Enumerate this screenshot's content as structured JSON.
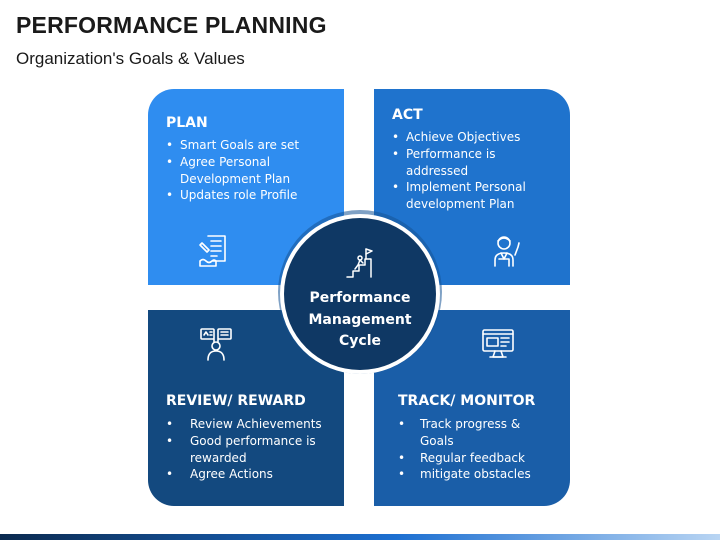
{
  "header": {
    "title": "PERFORMANCE PLANNING",
    "subtitle": "Organization's Goals & Values"
  },
  "center": {
    "lines": [
      "Performance",
      "Management",
      "Cycle"
    ],
    "icon": "ladder-flag-icon"
  },
  "quadrants": {
    "plan": {
      "title": "PLAN",
      "items": [
        "Smart Goals are set",
        "Agree Personal Development Plan",
        "Updates role Profile"
      ],
      "icon": "checklist-document-icon",
      "color": "#2f8df0"
    },
    "act": {
      "title": "ACT",
      "items": [
        "Achieve Objectives",
        "Performance is addressed",
        "Implement Personal development Plan"
      ],
      "icon": "person-raising-hand-icon",
      "color": "#1f73cd"
    },
    "review": {
      "title": "REVIEW/ REWARD",
      "items": [
        "Review Achievements",
        "Good performance is rewarded",
        "Agree Actions"
      ],
      "icon": "feedback-person-icon",
      "color": "#13497f"
    },
    "track": {
      "title": "TRACK/ MONITOR",
      "items": [
        "Track progress & Goals",
        "Regular feedback",
        "mitigate obstacles"
      ],
      "icon": "monitor-dashboard-icon",
      "color": "#1a5ea8"
    }
  }
}
